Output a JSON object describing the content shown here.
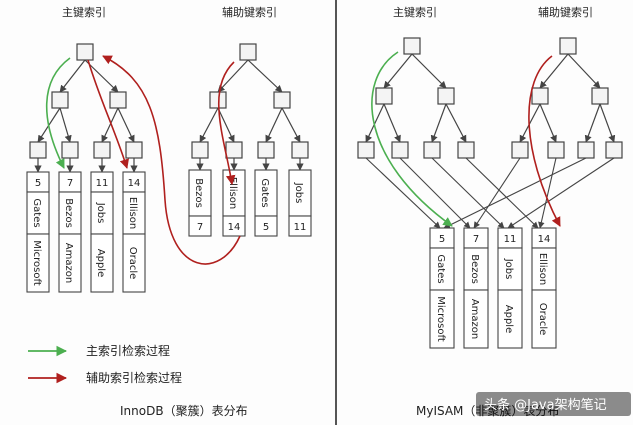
{
  "headers": {
    "left_primary": "主键索引",
    "left_secondary": "辅助键索引",
    "right_primary": "主键索引",
    "right_secondary": "辅助键索引"
  },
  "innodb_primary_rows": [
    {
      "id": "5",
      "name": "Gates",
      "company": "Microsoft"
    },
    {
      "id": "7",
      "name": "Bezos",
      "company": "Amazon"
    },
    {
      "id": "11",
      "name": "Jobs",
      "company": "Apple"
    },
    {
      "id": "14",
      "name": "Ellison",
      "company": "Oracle"
    }
  ],
  "innodb_secondary_rows": [
    {
      "name": "Bezos",
      "id": "7"
    },
    {
      "name": "Ellison",
      "id": "14"
    },
    {
      "name": "Gates",
      "id": "5"
    },
    {
      "name": "Jobs",
      "id": "11"
    }
  ],
  "myisam_rows": [
    {
      "id": "5",
      "name": "Gates",
      "company": "Microsoft"
    },
    {
      "id": "7",
      "name": "Bezos",
      "company": "Amazon"
    },
    {
      "id": "11",
      "name": "Jobs",
      "company": "Apple"
    },
    {
      "id": "14",
      "name": "Ellison",
      "company": "Oracle"
    }
  ],
  "legend": {
    "primary": "主索引检索过程",
    "secondary": "辅助索引检索过程"
  },
  "captions": {
    "left": "InnoDB（聚簇）表分布",
    "right": "MyISAM（非聚簇）表分布"
  },
  "watermark": "头条 @Java架构笔记",
  "colors": {
    "primary_arrow": "#4caf50",
    "secondary_arrow": "#b0201e"
  }
}
